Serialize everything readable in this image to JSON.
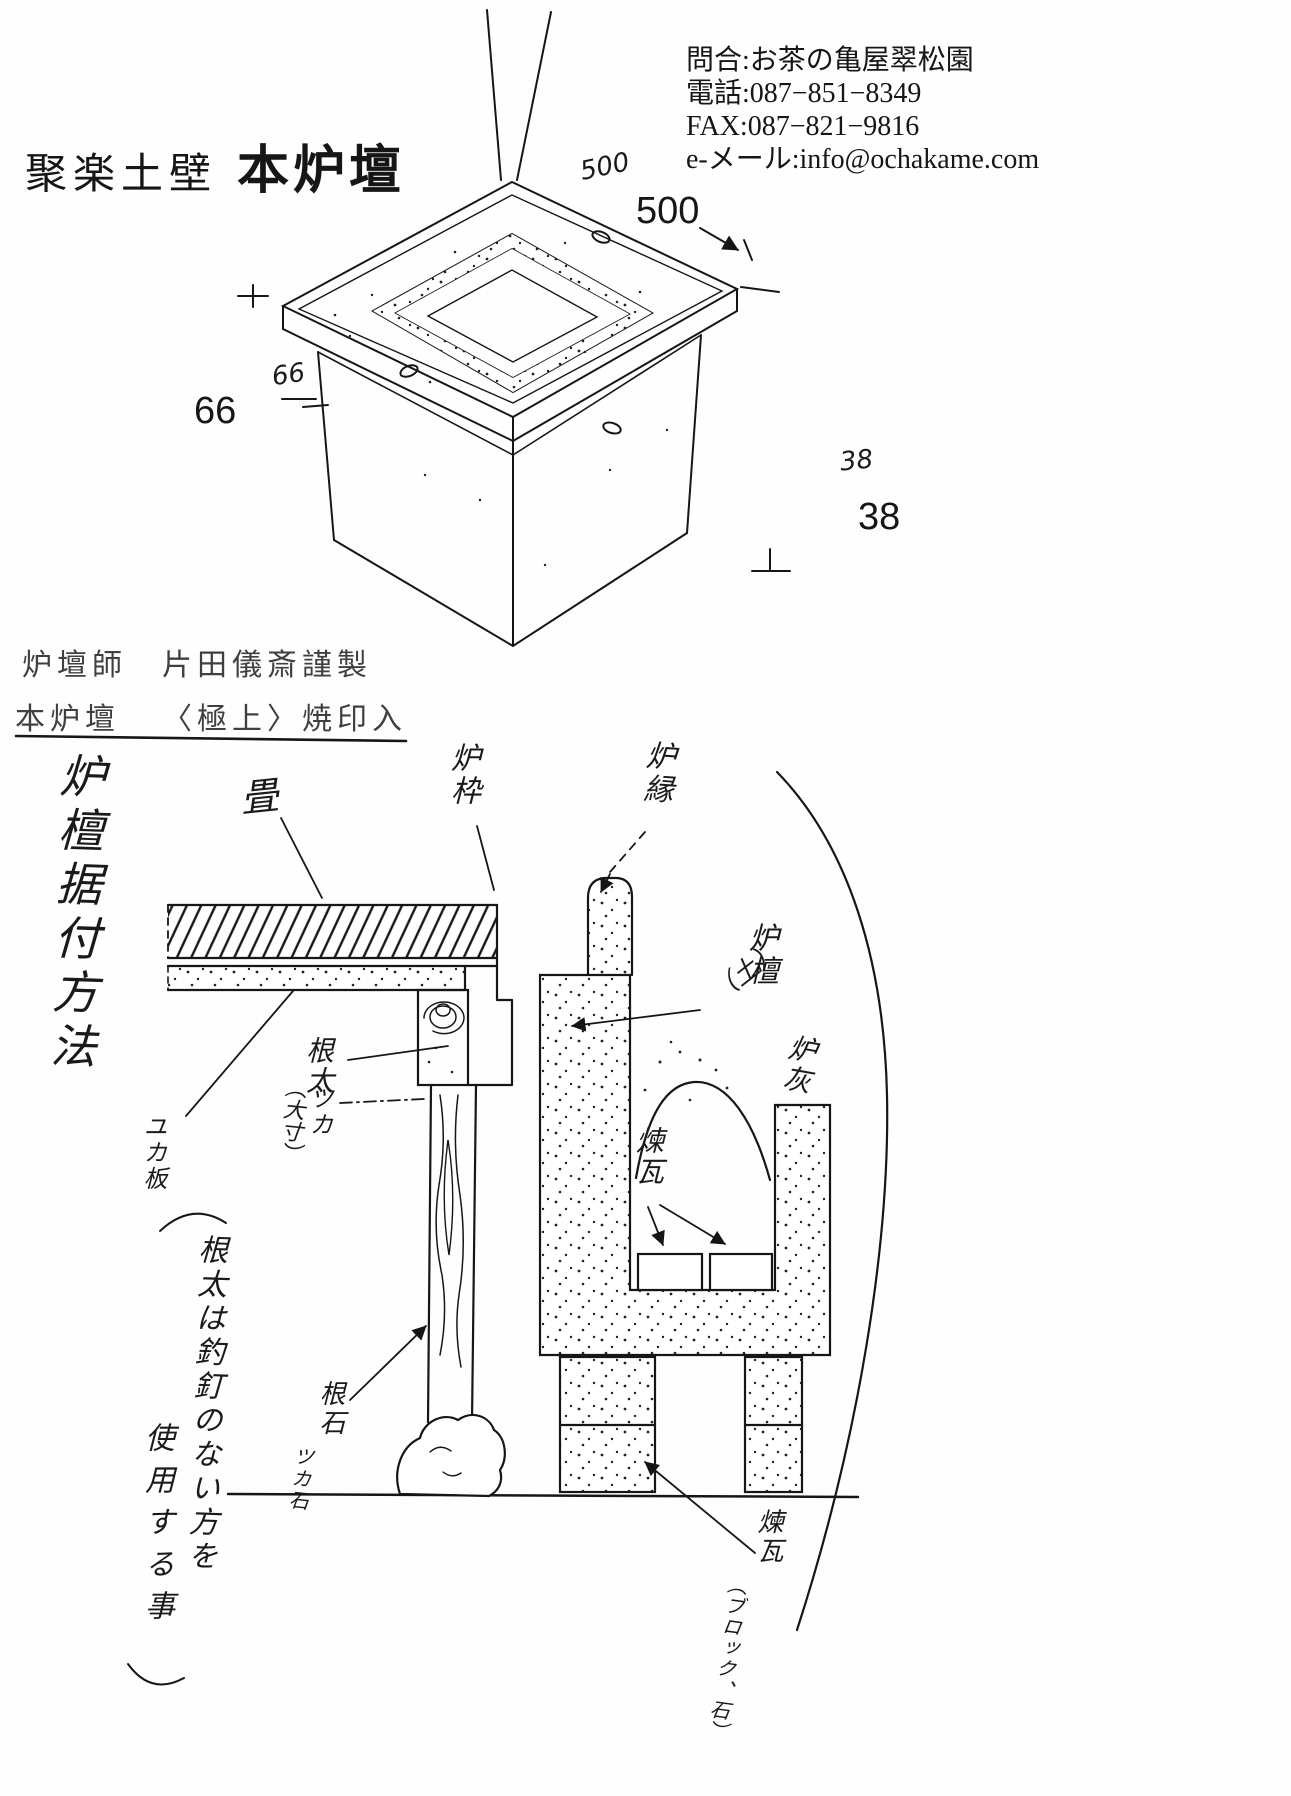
{
  "header": {
    "title_prefix": "聚楽土壁",
    "title_main": "本炉壇",
    "contact": {
      "inquiry": "問合:お茶の亀屋翠松園",
      "tel": "電話:087−851−8349",
      "fax": "FAX:087−821−9816",
      "email": "e-メール:info@ochakame.com"
    }
  },
  "product": {
    "maker_label": "炉壇師",
    "maker_name": "片田儀斎謹製",
    "item_label": "本炉壇",
    "item_note": "〈極上〉焼印入"
  },
  "dimensions": {
    "top_width": "500",
    "top_width_handwritten": "500",
    "rim_height": "66",
    "rim_height_handwritten": "66",
    "lip_depth": "38",
    "lip_depth_handwritten": "38"
  },
  "installation": {
    "heading_vertical": "炉檀据付方法",
    "labels": {
      "tatami": "畳",
      "ro_waku": "炉枠",
      "ro_buchi": "炉縁",
      "ro_dan": "炉檀",
      "ro_dan_note": "（土）",
      "ro_bai": "炉灰",
      "neda": "根太",
      "neda_note": "（大寸）",
      "yuka_ita": "ユカ板",
      "tsuka": "ツカ",
      "renga_pit": "煉瓦",
      "ne_ishi": "根石",
      "tsuka_ishi": "ツカ石",
      "renga_base": "煉瓦",
      "renga_base_note": "（ブロック、石）",
      "note_line1": "根太は釣釘のない方を",
      "note_line2": "使用する事"
    }
  }
}
